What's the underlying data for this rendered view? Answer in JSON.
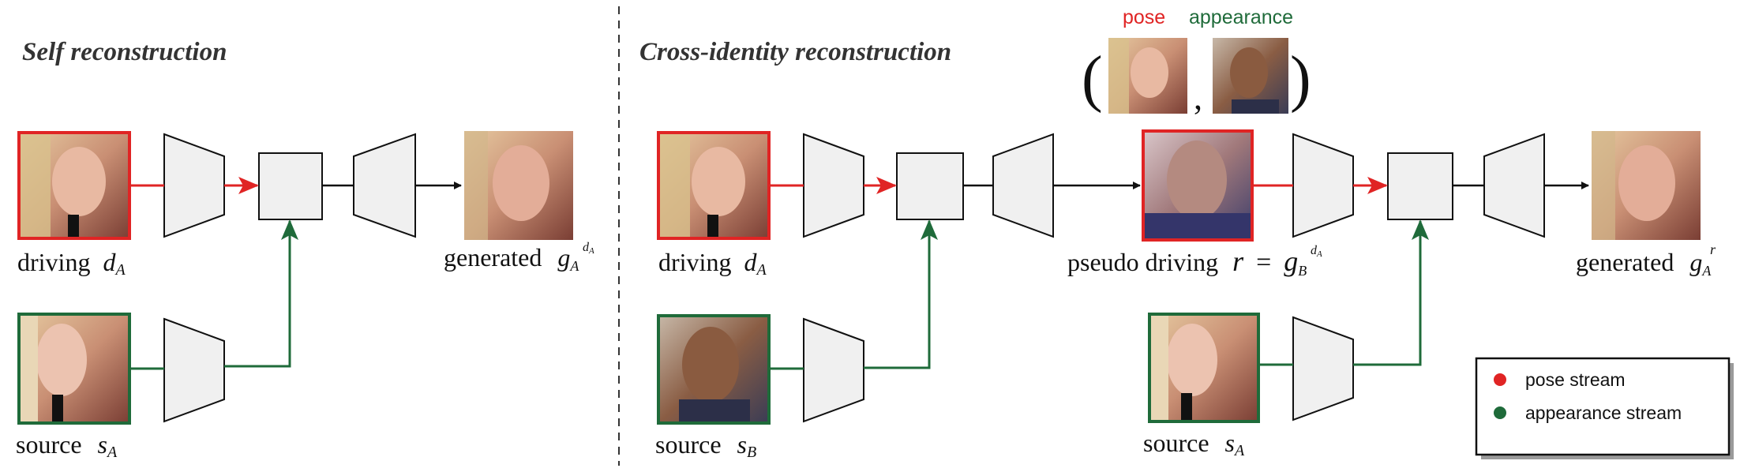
{
  "sections": {
    "self": {
      "title": "Self reconstruction"
    },
    "cross": {
      "title": "Cross-identity reconstruction"
    }
  },
  "header_pair": {
    "pose_label": "pose",
    "appearance_label": "appearance",
    "open_paren": "(",
    "comma": ",",
    "close_paren": ")"
  },
  "labels": {
    "self_driving_word": "driving",
    "self_driving_sym": "d",
    "self_driving_sub": "A",
    "self_source_word": "source",
    "self_source_sym": "s",
    "self_source_sub": "A",
    "self_generated_word": "generated",
    "self_generated_sym": "g",
    "self_generated_sub": "A",
    "self_generated_sup_base": "d",
    "self_generated_sup_sub": "A",
    "cross_driving_word": "driving",
    "cross_driving_sym": "d",
    "cross_driving_sub": "A",
    "cross_source1_word": "source",
    "cross_source1_sym": "s",
    "cross_source1_sub": "B",
    "pseudo_word": "pseudo driving",
    "pseudo_r": "r",
    "pseudo_eq": "=",
    "pseudo_g": "g",
    "pseudo_sub": "B",
    "pseudo_sup_base": "d",
    "pseudo_sup_sub": "A",
    "cross_source2_word": "source",
    "cross_source2_sym": "s",
    "cross_source2_sub": "A",
    "cross_generated_word": "generated",
    "cross_generated_sym": "g",
    "cross_generated_sub": "A",
    "cross_generated_sup": "r"
  },
  "legend": {
    "pose": "pose stream",
    "appearance": "appearance stream"
  },
  "colors": {
    "pose": "#e02424",
    "appearance": "#1f6b3a",
    "block_fill": "#f0f0f0",
    "block_stroke": "#111111",
    "dashed_divider": "#333333"
  }
}
